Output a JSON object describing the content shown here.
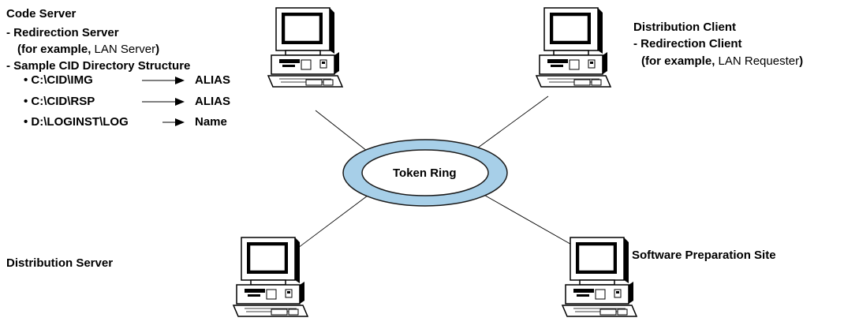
{
  "ring": {
    "label": "Token Ring",
    "fill": "#a7cfe8",
    "stroke": "#1a1a1a"
  },
  "code_server": {
    "title": "Code Server",
    "redirection": "- Redirection Server",
    "example_prefix": "(for example, ",
    "example_value": "LAN Server",
    "example_suffix": ")",
    "structure_title": "- Sample CID Directory Structure",
    "mappings": [
      {
        "path": "• C:\\CID\\IMG",
        "target": "ALIAS"
      },
      {
        "path": "• C:\\CID\\RSP",
        "target": "ALIAS"
      },
      {
        "path": "• D:\\LOGINST\\LOG",
        "target": "Name"
      }
    ]
  },
  "distribution_client": {
    "title": "Distribution Client",
    "redirection": "- Redirection Client",
    "example_prefix": "(for example, ",
    "example_value": "LAN Requester",
    "example_suffix": ")"
  },
  "distribution_server": {
    "title": "Distribution Server"
  },
  "software_prep": {
    "title": "Software Preparation Site"
  },
  "computers": [
    {
      "name": "code-server-computer",
      "icon": "desktop-computer-icon"
    },
    {
      "name": "distribution-client-computer",
      "icon": "desktop-computer-icon"
    },
    {
      "name": "distribution-server-computer",
      "icon": "desktop-computer-icon"
    },
    {
      "name": "software-prep-computer",
      "icon": "desktop-computer-icon"
    }
  ]
}
